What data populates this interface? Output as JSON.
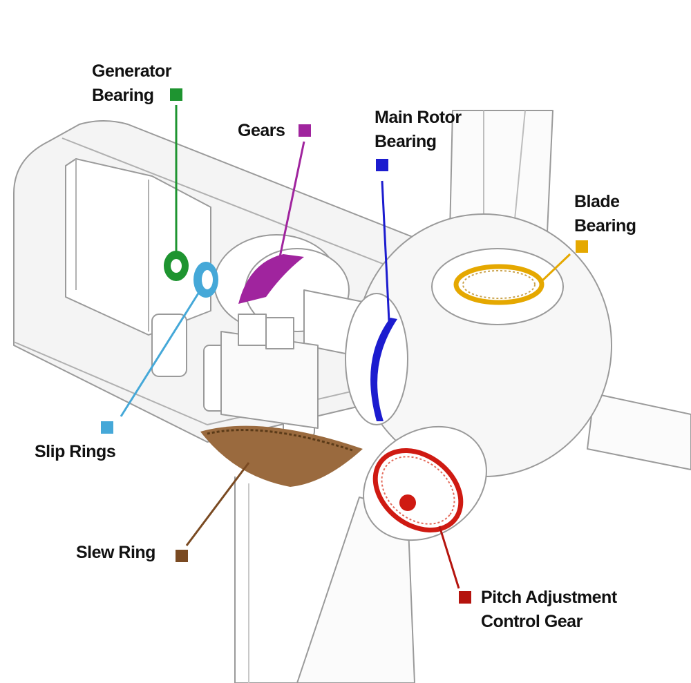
{
  "labels": {
    "generator_bearing": {
      "line1": "Generator",
      "line2": "Bearing",
      "color": "#1e9430"
    },
    "gears": {
      "line1": "Gears",
      "color": "#a0249e"
    },
    "main_rotor_bearing": {
      "line1": "Main Rotor",
      "line2": "Bearing",
      "color": "#1c1ccf"
    },
    "blade_bearing": {
      "line1": "Blade",
      "line2": "Bearing",
      "color": "#e5a800"
    },
    "slip_rings": {
      "line1": "Slip Rings",
      "color": "#45a8d8"
    },
    "slew_ring": {
      "line1": "Slew Ring",
      "color": "#7a4a22"
    },
    "pitch_adjustment": {
      "line1": "Pitch Adjustment",
      "line2": "Control Gear",
      "color": "#b5140e"
    }
  }
}
